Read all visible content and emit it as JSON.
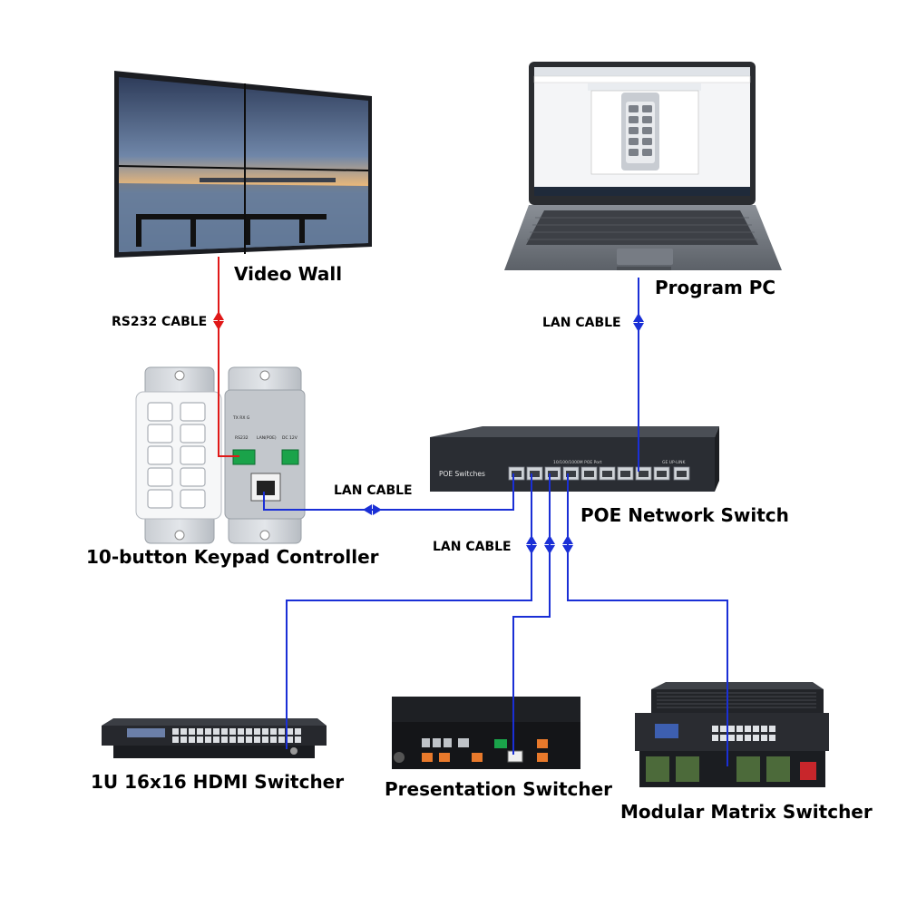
{
  "devices": {
    "video_wall": "Video Wall",
    "program_pc": "Program PC",
    "keypad": "10-button Keypad Controller",
    "poe_switch": "POE Network Switch",
    "hdmi_switcher": "1U 16x16 HDMI Switcher",
    "presentation_switcher": "Presentation Switcher",
    "modular_matrix": "Modular Matrix Switcher"
  },
  "cables": {
    "rs232": "RS232 CABLE",
    "lan_pc": "LAN CABLE",
    "lan_keypad": "LAN CABLE",
    "lan_bottom": "LAN CABLE"
  },
  "device_markings": {
    "poe_panel_title": "POE Switches",
    "poe_port_header": "10/100/1000M POE Port",
    "poe_uplink_header": "GE UP-LINK",
    "keypad_rs232": "RS232",
    "keypad_txrx": "TX RX G",
    "keypad_lan": "LAN(POE)",
    "keypad_dc": "DC 12V"
  },
  "colors": {
    "rs232_line": "#e01818",
    "lan_line": "#1a2fd6"
  }
}
